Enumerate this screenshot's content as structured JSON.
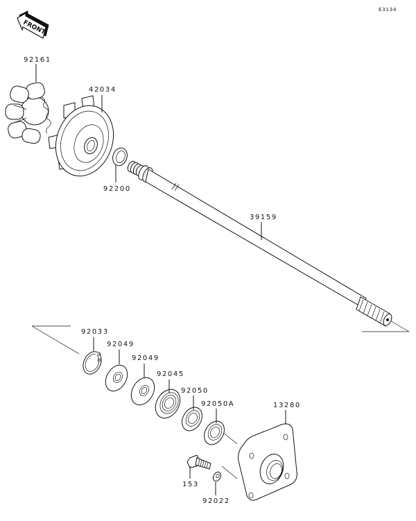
{
  "diagram": {
    "code": "E3134",
    "front_label": "FRONT",
    "parts": [
      {
        "id": "coupler",
        "number": "92161"
      },
      {
        "id": "impeller",
        "number": "42034"
      },
      {
        "id": "washer",
        "number": "92200"
      },
      {
        "id": "drive-shaft",
        "number": "39159"
      },
      {
        "id": "circlip",
        "number": "92033"
      },
      {
        "id": "seal-1",
        "number": "92049"
      },
      {
        "id": "seal-2",
        "number": "92049"
      },
      {
        "id": "bearing",
        "number": "92045"
      },
      {
        "id": "oil-seal",
        "number": "92050"
      },
      {
        "id": "oil-seal-a",
        "number": "92050A"
      },
      {
        "id": "housing-cover",
        "number": "13280"
      },
      {
        "id": "bolt",
        "number": "153"
      },
      {
        "id": "lock-washer",
        "number": "92022"
      }
    ]
  }
}
